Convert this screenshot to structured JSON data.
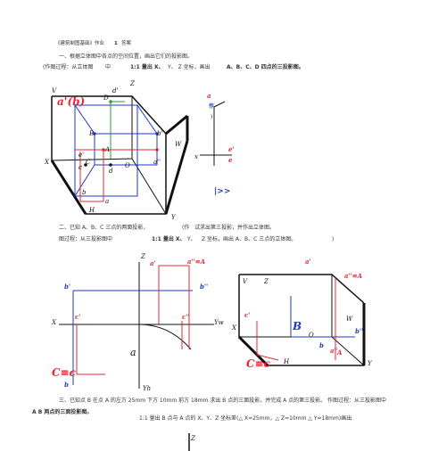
{
  "header": {
    "title": "《建筑制图基础》作业",
    "number": "1",
    "answer": "答案"
  },
  "q1": {
    "text": "一、根据立体图中各点的空间位置，画出它们的投影图。",
    "procedure_a": "(作图过程：从立体图",
    "procedure_b": "中",
    "procedure_c": "1:1 量出 X、",
    "procedure_d": "Y、 Z 坐标，画出",
    "procedure_e": "A、B、C、D 四点的三投影图。"
  },
  "q2": {
    "text_a": "二、已知 A、B、C 三点的两面投影，",
    "text_b": "(作",
    "text_c": "试求出第三投影，并作出立体图。",
    "line2_a": "图过程：从三投影图中",
    "line2_b": "1:1 量出 X、",
    "line2_c": "Y、",
    "line2_d": "Z 坐标，画出 A、B、C 三点的立体图。",
    "line2_e": ")"
  },
  "q3": {
    "line1": "三、已知点 B 在点 A 的左方 25mm 下方 10mm 前方 18mm 求出 B 点的三面投影，并完成 A 点的第三投影。 作图过程：从三投影图中",
    "line2": "A B 两点的三面投影图。",
    "line3": "1:1 量出 B 点与 A 点的 X、Y、Z 坐标差(△ X=25mm，△ Z=10mm △ Y=18mm)画出"
  },
  "fig1": {
    "labels": [
      "V",
      "Z",
      "D",
      "d'",
      "a'(b)",
      "b'",
      "W",
      "B",
      "d",
      "A",
      "e'",
      "C",
      "c",
      "O",
      "a''",
      "X",
      "Y",
      "H",
      "a",
      "b"
    ]
  },
  "fig1_right": {
    "a_mark": "a",
    "fragment": "作",
    "paren": ")",
    "e_prime": "e'",
    "e": "e",
    "x": "x",
    "arrow": "|>>"
  },
  "fig2": {
    "labels": [
      "a'",
      "Z",
      "a''≡A",
      "b'",
      "b''",
      "X",
      "c'",
      "c''",
      "Yw",
      "a",
      "C≡c",
      "b",
      "Yh"
    ]
  },
  "fig3": {
    "labels": [
      "a'",
      "a''≡A",
      "V",
      "Z",
      "c'",
      "W",
      "X",
      "B",
      "O",
      "b''",
      "b",
      "A",
      "a''",
      "C≡c",
      "H",
      "Y"
    ]
  },
  "fig4": {
    "labels": [
      "Z"
    ]
  },
  "colors": {
    "red": "#e5282f",
    "blue": "#1f38c9",
    "green": "#2a9d3a",
    "line": "#111111"
  }
}
